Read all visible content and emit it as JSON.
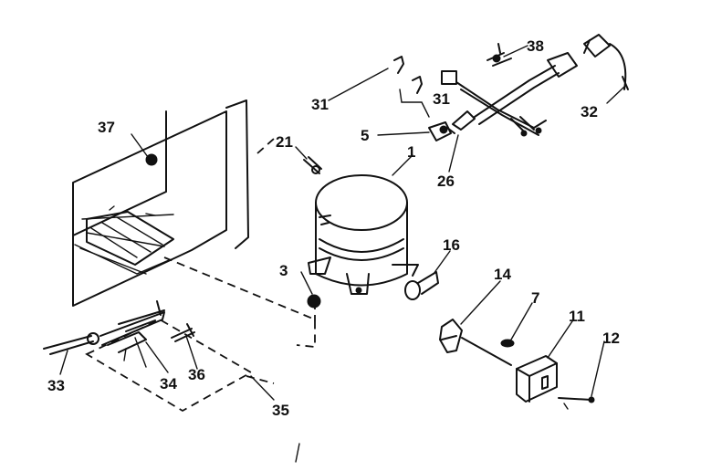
{
  "callouts": {
    "c1": "1",
    "c3": "3",
    "c5": "5",
    "c7": "7",
    "c11": "11",
    "c12": "12",
    "c14": "14",
    "c16": "16",
    "c21": "21",
    "c26": "26",
    "c31a": "31",
    "c31b": "31",
    "c32": "32",
    "c33": "33",
    "c34": "34",
    "c35": "35",
    "c36": "36",
    "c37": "37",
    "c38": "38"
  }
}
